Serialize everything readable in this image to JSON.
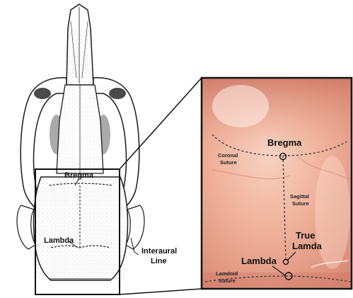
{
  "skull_drawing": {
    "labels": {
      "bregma": "Bregma",
      "lambda": "Lambda",
      "interaural_line_1": "Interaural",
      "interaural_line_2": "Line"
    }
  },
  "photo_inset": {
    "labels": {
      "bregma": "Bregma",
      "coronal_1": "Coronal",
      "coronal_2": "Suture",
      "sagittal_1": "Sagittal",
      "sagittal_2": "Suture",
      "true_lamda_1": "True",
      "true_lamda_2": "Lamda",
      "lambda": "Lambda",
      "lamdoid_1": "Lamdoid",
      "lamdoid_2": "Suture"
    }
  },
  "colors": {
    "outline": "#1a1a1a",
    "tissue_light": "#f2b9a3",
    "tissue_dark": "#d98470",
    "suture_line": "#333333"
  }
}
